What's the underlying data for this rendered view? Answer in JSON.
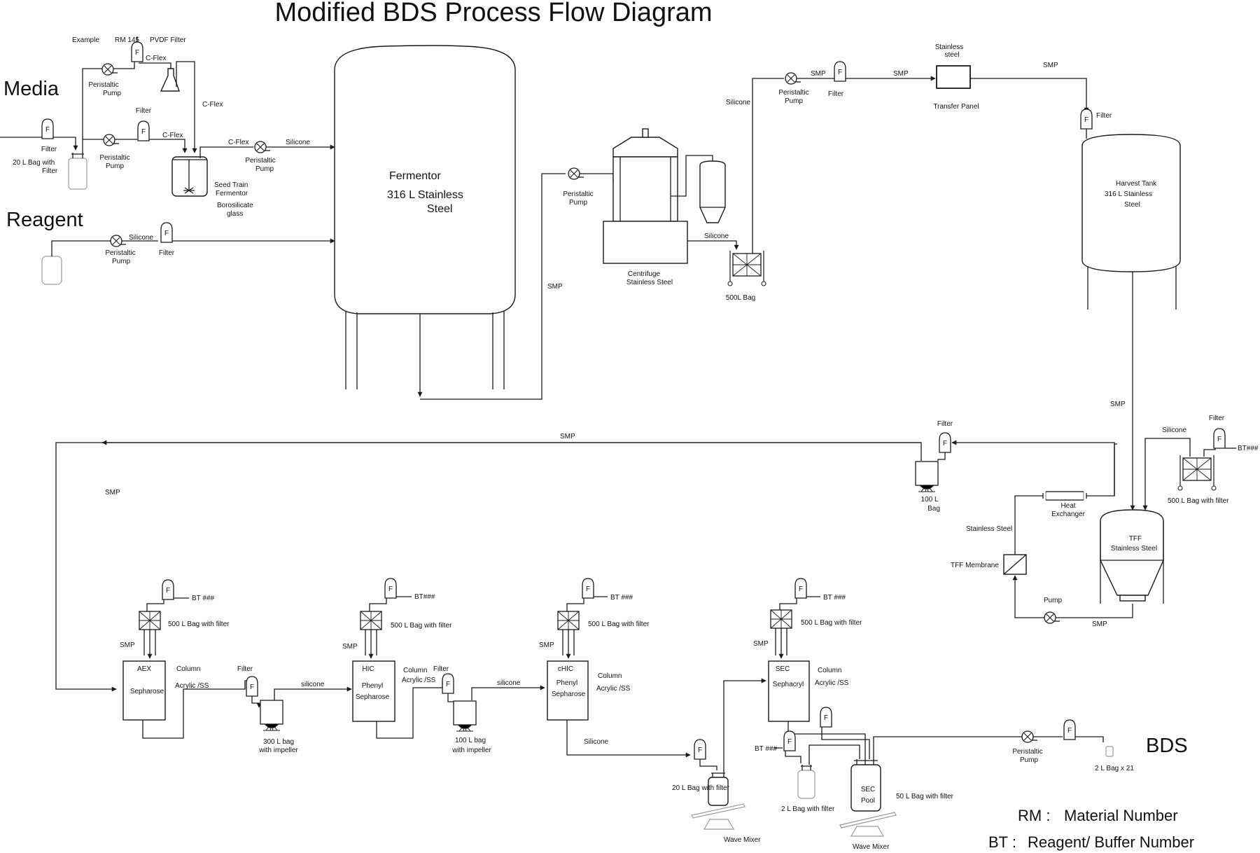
{
  "title": "Modified BDS Process Flow Diagram",
  "side_labels": {
    "media": "Media",
    "reagent": "Reagent",
    "bds": "BDS"
  },
  "legend": {
    "rm_key": "RM :",
    "rm_val": "Material Number",
    "bt_key": "BT :",
    "bt_val": "Reagent/   Buffer Number"
  },
  "labels": {
    "example": "Example",
    "rm145": "RM 145",
    "pvdf": "PVDF Filter",
    "cflex1": "C-Flex",
    "cflex2": "C-Flex",
    "cflex3": "C-Flex",
    "cflex4": "C-Flex",
    "pump": "Peristaltic",
    "pump2": "Pump",
    "filter": "Filter",
    "f": "F",
    "bag20a": "20    L Bag with",
    "bag20b": "Filter",
    "seed1": "Seed Train",
    "seed2": "Fermentor",
    "seed3": "Borosilicate",
    "seed4": "glass",
    "silicone": "Silicone",
    "silicone_lc": "silicone",
    "ferm1": "Fermentor",
    "ferm2": "316  L Stainless",
    "ferm3": "Steel",
    "smp": "SMP",
    "cent1": "Centrifuge",
    "cent2": "Stainless Steel",
    "bag500": "500L Bag",
    "ss1": "Stainless",
    "ss2": "steel",
    "transfer": "Transfer Panel",
    "harv1": "Harvest Tank",
    "harv2": "316      L Stainless",
    "harv3": "Steel",
    "bag100a": "100   L",
    "bag100b": "Bag",
    "bt": "BT###",
    "btsp": "BT ###",
    "bag500f": "500  L Bag with filter",
    "heat1": "Heat",
    "heat2": "Exchanger",
    "stainless_steel": "Stainless Steel",
    "tff1": "TFF",
    "tff2": "Stainless Steel",
    "tffm": "TFF Membrane",
    "pumponly": "Pump",
    "aex1": "AEX",
    "aex2": "Sepharose",
    "col1": "Column",
    "col2": "Acrylic  /SS",
    "col2b": "Acrylic /SS",
    "bag300a": "300  L bag",
    "impeller": "with impeller",
    "hic1": "HIC",
    "hic2": "Phenyl",
    "hic3": "Sepharose",
    "bag100imp": "100   L bag",
    "chic1": "cHIC",
    "chic2": "Phenyl",
    "chic3": "Sepharose",
    "sec1": "SEC",
    "sec2": "Sephacryl",
    "bag20f": "20 L Bag with filter",
    "wave": "Wave Mixer",
    "bag2f": "2 L Bag with filter",
    "pool1": "SEC",
    "pool2": "Pool",
    "bag50f": "50 L Bag with filter",
    "bag2x21": "2 L Bag x 21"
  }
}
